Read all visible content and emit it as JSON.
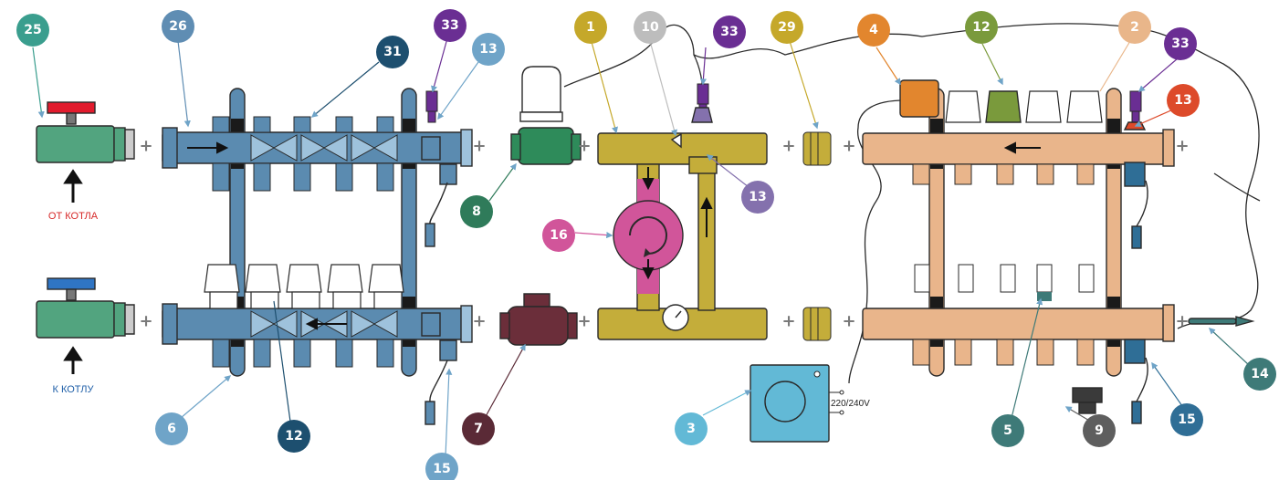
{
  "colors": {
    "blue_manifold": "#5b8bb0",
    "blue_joint": "#9ec2dc",
    "brass": "#c4ad3a",
    "copper": "#e9b58b",
    "pump": "#d1559a",
    "valve_green": "#52a47f",
    "valve_maroon": "#6b2e3a",
    "thermostat": "#62b9d6"
  },
  "labels": {
    "from_boiler": "ОТ КОТЛА",
    "to_boiler": "К КОТЛУ",
    "voltage": "220/240V"
  },
  "plus_sign": "+",
  "badges": [
    {
      "id": "b25",
      "text": "25",
      "color": "#3a9e8e"
    },
    {
      "id": "b26",
      "text": "26",
      "color": "#5f8db3"
    },
    {
      "id": "b31",
      "text": "31",
      "color": "#1d4f6f"
    },
    {
      "id": "b33a",
      "text": "33",
      "color": "#6a2e93"
    },
    {
      "id": "b13a",
      "text": "13",
      "color": "#6fa4c8"
    },
    {
      "id": "b1",
      "text": "1",
      "color": "#c5a82a"
    },
    {
      "id": "b10",
      "text": "10",
      "color": "#bdbdbd"
    },
    {
      "id": "b33b",
      "text": "33",
      "color": "#6a2e93"
    },
    {
      "id": "b29",
      "text": "29",
      "color": "#c5a82a"
    },
    {
      "id": "b4",
      "text": "4",
      "color": "#e2862e"
    },
    {
      "id": "b12a",
      "text": "12",
      "color": "#7a9a3c"
    },
    {
      "id": "b2",
      "text": "2",
      "color": "#e9b68a"
    },
    {
      "id": "b33c",
      "text": "33",
      "color": "#6a2e93"
    },
    {
      "id": "b13b",
      "text": "13",
      "color": "#dd4a2a"
    },
    {
      "id": "b8",
      "text": "8",
      "color": "#2f7b5a"
    },
    {
      "id": "b16",
      "text": "16",
      "color": "#d1559a"
    },
    {
      "id": "b13c",
      "text": "13",
      "color": "#8471ad"
    },
    {
      "id": "b6",
      "text": "6",
      "color": "#6fa4c8"
    },
    {
      "id": "b12b",
      "text": "12",
      "color": "#1d4f6f"
    },
    {
      "id": "b15a",
      "text": "15",
      "color": "#6fa4c8"
    },
    {
      "id": "b7",
      "text": "7",
      "color": "#5a2a36"
    },
    {
      "id": "b3",
      "text": "3",
      "color": "#62b9d6"
    },
    {
      "id": "b5",
      "text": "5",
      "color": "#3e7a78"
    },
    {
      "id": "b9",
      "text": "9",
      "color": "#5e5e5e"
    },
    {
      "id": "b15b",
      "text": "15",
      "color": "#2f6e96"
    },
    {
      "id": "b14",
      "text": "14",
      "color": "#3e7a78"
    }
  ]
}
